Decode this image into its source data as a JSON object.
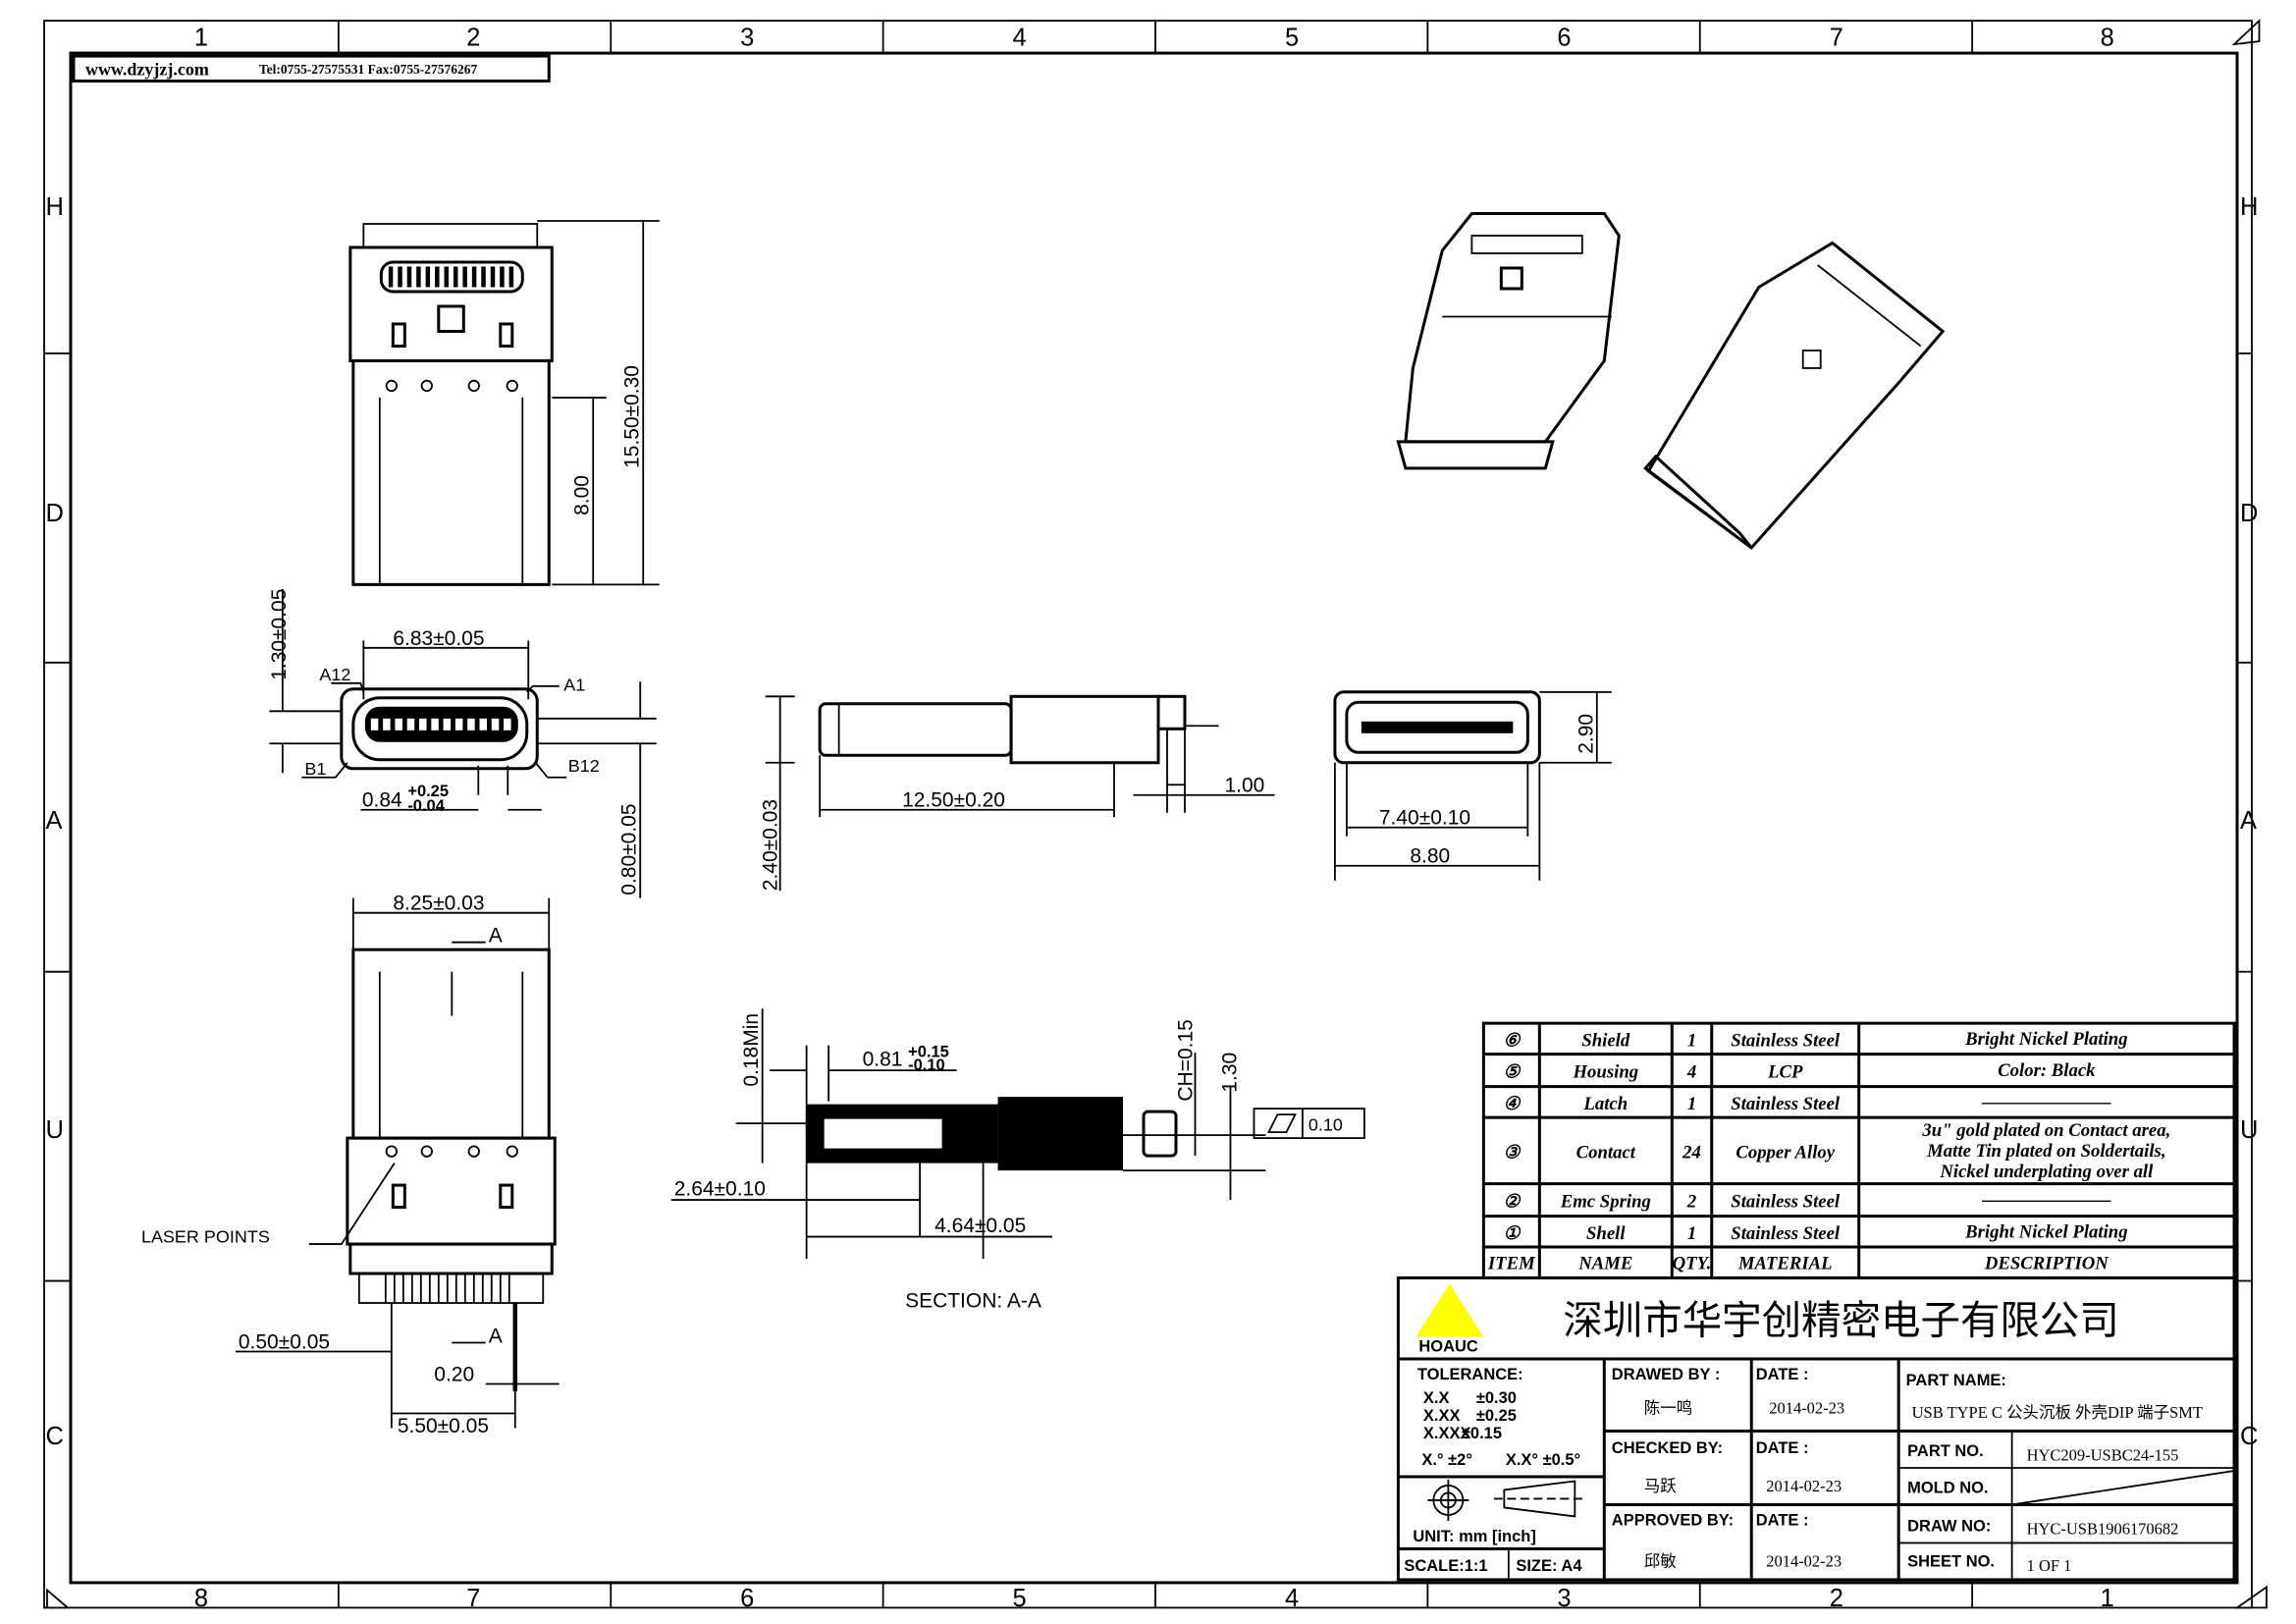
{
  "header": {
    "website": "www.dzyjzj.com",
    "contact": "Tel:0755-27575531  Fax:0755-27576267"
  },
  "zones": {
    "top": [
      "1",
      "2",
      "3",
      "4",
      "5",
      "6",
      "7",
      "8"
    ],
    "bottom": [
      "8",
      "7",
      "6",
      "5",
      "4",
      "3",
      "2",
      "1"
    ],
    "side": [
      "H",
      "D",
      "A",
      "U",
      "C"
    ]
  },
  "dimensions": {
    "top_view": {
      "overall_length": "15.50±0.30",
      "plug_length": "8.00"
    },
    "front_view": {
      "width": "6.83±0.05",
      "height": "1.30±0.05",
      "offset": "0.80±0.05",
      "pitch": "0.84",
      "pitch_tol_plus": "+0.25",
      "pitch_tol_minus": "-0.04",
      "pin_a12": "A12",
      "pin_a1": "A1",
      "pin_b1": "B1",
      "pin_b12": "B12"
    },
    "side_view": {
      "length": "12.50±0.20",
      "tail": "1.00",
      "height": "2.40±0.03"
    },
    "end_view": {
      "height": "2.90",
      "inner_width": "7.40±0.10",
      "outer_width": "8.80"
    },
    "bottom_view": {
      "width": "8.25±0.03",
      "section_mark": "A",
      "laser_label": "LASER  POINTS",
      "pitch": "0.50±0.05",
      "pin_width": "0.20",
      "span": "5.50±0.05"
    },
    "section": {
      "min": "0.18Min",
      "d1": "0.81",
      "d1_plus": "+0.15",
      "d1_minus": "-0.10",
      "ch": "CH=0.15",
      "h": "1.30",
      "flatness": "0.10",
      "d2": "2.64±0.10",
      "d3": "4.64±0.05",
      "title": "SECTION:  A-A"
    }
  },
  "bom": {
    "headers": [
      "ITEM",
      "NAME",
      "QTY.",
      "MATERIAL",
      "DESCRIPTION"
    ],
    "rows": [
      {
        "item": "⑥",
        "name": "Shield",
        "qty": "1",
        "material": "Stainless Steel",
        "description": [
          "Bright Nickel Plating"
        ]
      },
      {
        "item": "⑤",
        "name": "Housing",
        "qty": "4",
        "material": "LCP",
        "description": [
          "Color: Black"
        ]
      },
      {
        "item": "④",
        "name": "Latch",
        "qty": "1",
        "material": "Stainless Steel",
        "description": [
          "———————"
        ]
      },
      {
        "item": "③",
        "name": "Contact",
        "qty": "24",
        "material": "Copper Alloy",
        "description": [
          "3u\" gold plated on Contact area,",
          "Matte Tin plated on Soldertails,",
          "Nickel underplating over all"
        ]
      },
      {
        "item": "②",
        "name": "Emc Spring",
        "qty": "2",
        "material": "Stainless Steel",
        "description": [
          "———————"
        ]
      },
      {
        "item": "①",
        "name": "Shell",
        "qty": "1",
        "material": "Stainless Steel",
        "description": [
          "Bright Nickel Plating"
        ]
      }
    ]
  },
  "title_block": {
    "logo_text": "HOAUC",
    "logo_color": "#ffff00",
    "company": "深圳市华宇创精密电子有限公司",
    "tolerance_label": "TOLERANCE:",
    "tolerances": [
      [
        "X.X",
        "±0.30"
      ],
      [
        "X.XX",
        "±0.25"
      ],
      [
        "X.XXX",
        "±0.15"
      ]
    ],
    "angle_tol": "X.° ±2°",
    "angle_tol2": "X.X° ±0.5°",
    "unit": "UNIT:  mm  [inch]",
    "scale": "SCALE:1:1",
    "size": "SIZE:  A4",
    "drawed_by_label": "DRAWED  BY :",
    "drawed_by": "陈一鸣",
    "checked_by_label": "CHECKED  BY:",
    "checked_by": "马跃",
    "approved_by_label": "APPROVED  BY:",
    "approved_by": "邱敏",
    "date_label": "DATE :",
    "dates": [
      "2014-02-23",
      "2014-02-23",
      "2014-02-23"
    ],
    "part_name_label": "PART  NAME:",
    "part_name": "USB TYPE C 公头沉板 外壳DIP 端子SMT",
    "part_no_label": "PART  NO.",
    "part_no": "HYC209-USBC24-155",
    "mold_no_label": "MOLD  NO.",
    "draw_no_label": "DRAW  NO:",
    "draw_no": "HYC-USB1906170682",
    "sheet_no_label": "SHEET  NO.",
    "sheet_no": "1  OF  1"
  }
}
